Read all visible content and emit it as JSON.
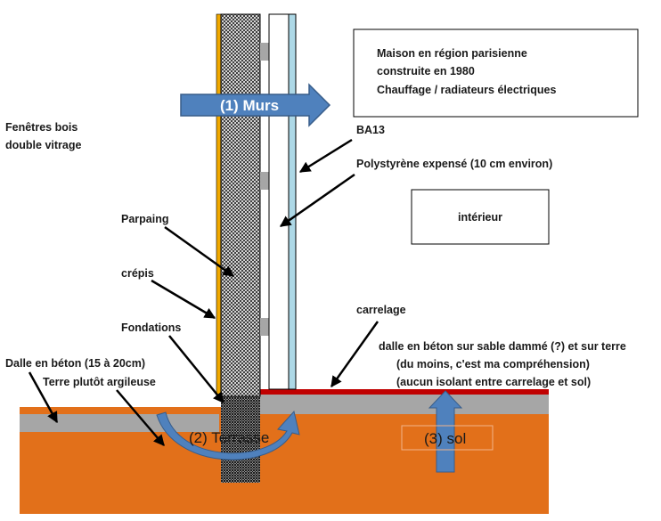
{
  "info_box": {
    "line1": "Maison en région parisienne",
    "line2": "construite en 1980",
    "line3": "Chauffage / radiateurs électriques"
  },
  "labels": {
    "windows_line1": "Fenêtres bois",
    "windows_line2": "double vitrage",
    "ba13": "BA13",
    "polystyrene": "Polystyrène expensé (10 cm environ)",
    "interieur": "intérieur",
    "parpaing": "Parpaing",
    "crepis": "crépis",
    "fondations": "Fondations",
    "carrelage": "carrelage",
    "dalle_interieure_line1": "dalle en béton sur sable dammé (?) et sur terre",
    "dalle_interieure_line2": "(du moins, c'est ma compréhension)",
    "dalle_interieure_line3": "(aucun isolant entre carrelage et sol)",
    "dalle_exterieure": "Dalle en béton (15 à 20cm)",
    "terre": "Terre plutôt argileuse"
  },
  "flows": {
    "murs": "(1) Murs",
    "terrasse": "(2) Terrasse",
    "sol": "(3) sol"
  },
  "colors": {
    "ground": "#e2701a",
    "slab": "#a6a6a6",
    "tile": "#c00000",
    "crepis": "#f0a800",
    "insulation": "#add8e6",
    "arrow": "#4f81bd",
    "arrow_border": "#385d8a"
  }
}
